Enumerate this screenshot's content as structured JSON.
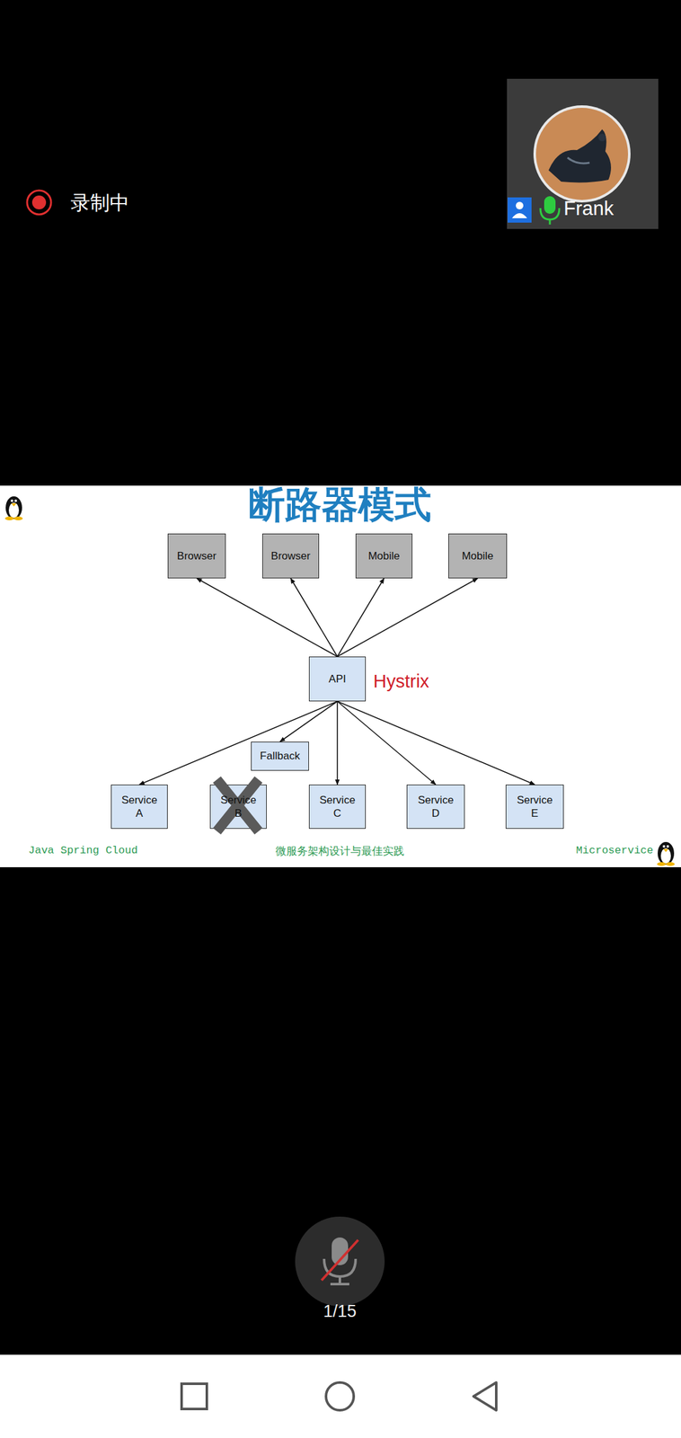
{
  "diagram": {
    "title": "断路器模式",
    "nodes": [
      {
        "text": [
          "Browser"
        ]
      },
      {
        "text": [
          "Browser"
        ]
      },
      {
        "text": [
          "Mobile"
        ]
      },
      {
        "text": [
          "Mobile"
        ]
      },
      {
        "text": [
          "API"
        ]
      },
      {
        "text": [
          "Fallback"
        ]
      },
      {
        "text": [
          "Service A"
        ]
      },
      {
        "text": [
          "Service B"
        ]
      },
      {
        "text": [
          "Service C"
        ]
      },
      {
        "text": [
          "Service D"
        ]
      },
      {
        "text": [
          "Service E"
        ]
      }
    ],
    "edges": [
      {
        "from": 4,
        "to": 0,
        "arrow": "to"
      },
      {
        "from": 4,
        "to": 1,
        "arrow": "to"
      },
      {
        "from": 4,
        "to": 2,
        "arrow": "to"
      },
      {
        "from": 4,
        "to": 3,
        "arrow": "to"
      },
      {
        "from": 4,
        "to": 5,
        "arrow": "to"
      },
      {
        "from": 4,
        "to": 6,
        "arrow": "to"
      },
      {
        "from": 4,
        "to": 8,
        "arrow": "to"
      },
      {
        "from": 4,
        "to": 9,
        "arrow": "to"
      },
      {
        "from": 4,
        "to": 10,
        "arrow": "to"
      }
    ],
    "labels": [
      "录制中",
      "Frank",
      "Hystrix",
      "Java Spring Cloud",
      "微服务架构设计与最佳实践",
      "Microservice",
      "1/15"
    ]
  }
}
